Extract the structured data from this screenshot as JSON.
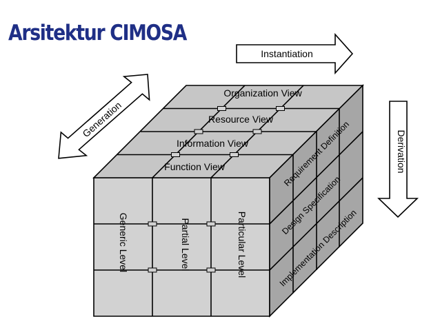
{
  "title": "Arsitektur CIMOSA",
  "arrows": {
    "instantiation": "Instantiation",
    "generation": "Generation",
    "derivation": "Derivation"
  },
  "views": [
    "Function View",
    "Information View",
    "Resource View",
    "Organization View"
  ],
  "levels": [
    "Generic Level",
    "Partial Level",
    "Particular Level"
  ],
  "modelling_levels": [
    "Requirement Definition",
    "Design Specification",
    "Implementation Description"
  ],
  "colors": {
    "title": "#1f2f86",
    "front_face": "#d2d2d2",
    "top_face": "#c6c6c6",
    "side_face": "#a6a6a6"
  }
}
